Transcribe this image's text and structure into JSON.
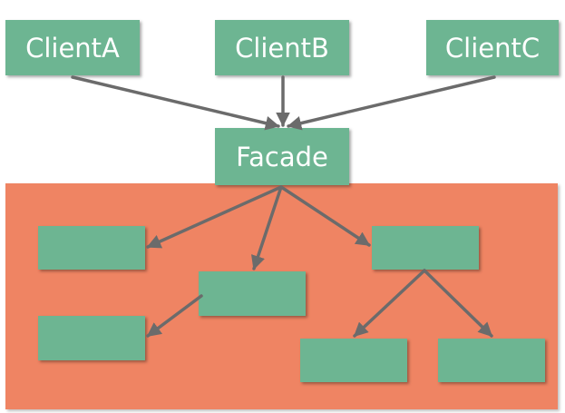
{
  "clients": {
    "a": "ClientA",
    "b": "ClientB",
    "c": "ClientC"
  },
  "facade": "Facade",
  "colors": {
    "box_fill": "#6db592",
    "subsystem_background": "#ef8463",
    "arrow": "#6b6b6b",
    "text": "#ffffff"
  }
}
